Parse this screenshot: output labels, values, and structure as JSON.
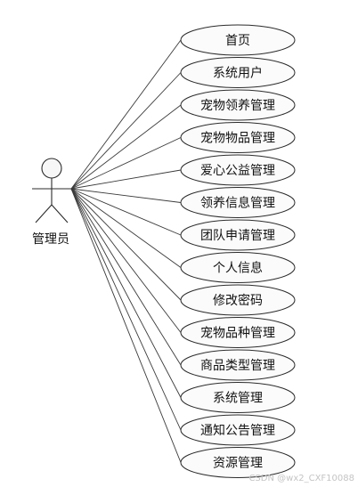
{
  "actor": {
    "name": "管理员"
  },
  "use_cases": [
    {
      "label": "首页"
    },
    {
      "label": "系统用户"
    },
    {
      "label": "宠物领养管理"
    },
    {
      "label": "宠物物品管理"
    },
    {
      "label": "爱心公益管理"
    },
    {
      "label": "领养信息管理"
    },
    {
      "label": "团队申请管理"
    },
    {
      "label": "个人信息"
    },
    {
      "label": "修改密码"
    },
    {
      "label": "宠物品种管理"
    },
    {
      "label": "商品类型管理"
    },
    {
      "label": "系统管理"
    },
    {
      "label": "通知公告管理"
    },
    {
      "label": "资源管理"
    }
  ],
  "watermark": "CSDN @wx2_CXF10088"
}
